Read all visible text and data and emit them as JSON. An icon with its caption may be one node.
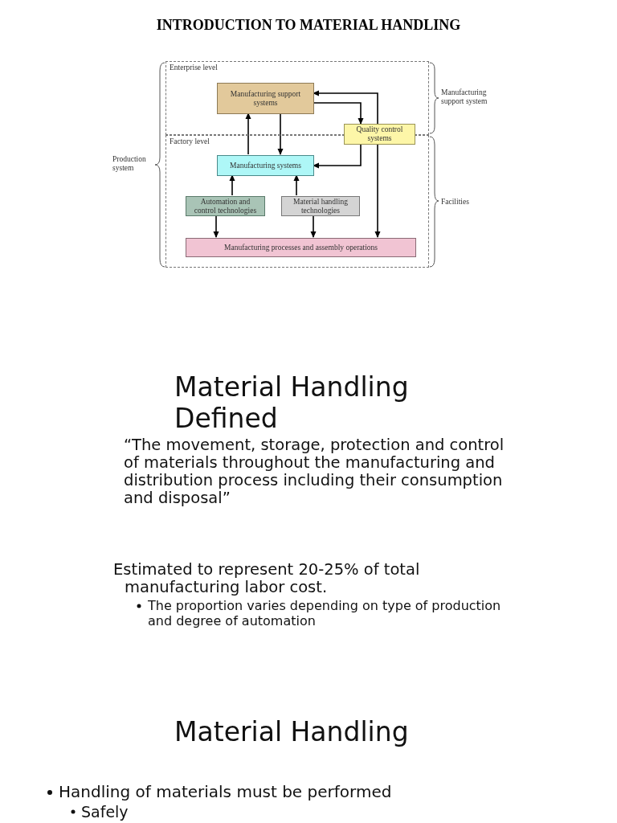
{
  "diagram": {
    "title": "INTRODUCTION TO MATERIAL HANDLING",
    "nodes": [
      {
        "text": [
          "Enterprise level"
        ]
      },
      {
        "text": [
          "Factory level"
        ]
      },
      {
        "text": [
          "Manufacturing support systems"
        ],
        "in": 0
      },
      {
        "text": [
          "Quality control systems"
        ]
      },
      {
        "text": [
          "Manufacturing systems"
        ],
        "in": 1
      },
      {
        "text": [
          "Automation and control technologies"
        ],
        "in": 1
      },
      {
        "text": [
          "Material handling technologies"
        ],
        "in": 1
      },
      {
        "text": [
          "Manufacturing processes and assembly operations"
        ],
        "in": 1
      }
    ],
    "edges": [
      {
        "from": 4,
        "to": 2,
        "arrow": "to"
      },
      {
        "from": 2,
        "to": 4,
        "arrow": "to"
      },
      {
        "from": 2,
        "to": 3,
        "arrow": "to"
      },
      {
        "from": 3,
        "to": 2,
        "arrow": "to"
      },
      {
        "from": 3,
        "to": 7,
        "arrow": "to"
      },
      {
        "from": 3,
        "to": 4,
        "arrow": "to"
      },
      {
        "from": 5,
        "to": 4,
        "arrow": "to"
      },
      {
        "from": 6,
        "to": 4,
        "arrow": "to"
      },
      {
        "from": 5,
        "to": 7,
        "arrow": "to"
      },
      {
        "from": 6,
        "to": 7,
        "arrow": "to"
      }
    ],
    "labels": [
      "Manufacturing support system",
      "Production system",
      "Facilities",
      "Material Handling Defined",
      "“The movement, storage, protection and control of materials throughout the manufacturing and distribution process including their consumption and disposal”",
      "Estimated to represent 20-25% of total manufacturing labor cost.",
      "The proportion varies depending on type of production and degree of automation",
      "Material Handling",
      "Handling of materials must be performed",
      "Safely"
    ]
  }
}
